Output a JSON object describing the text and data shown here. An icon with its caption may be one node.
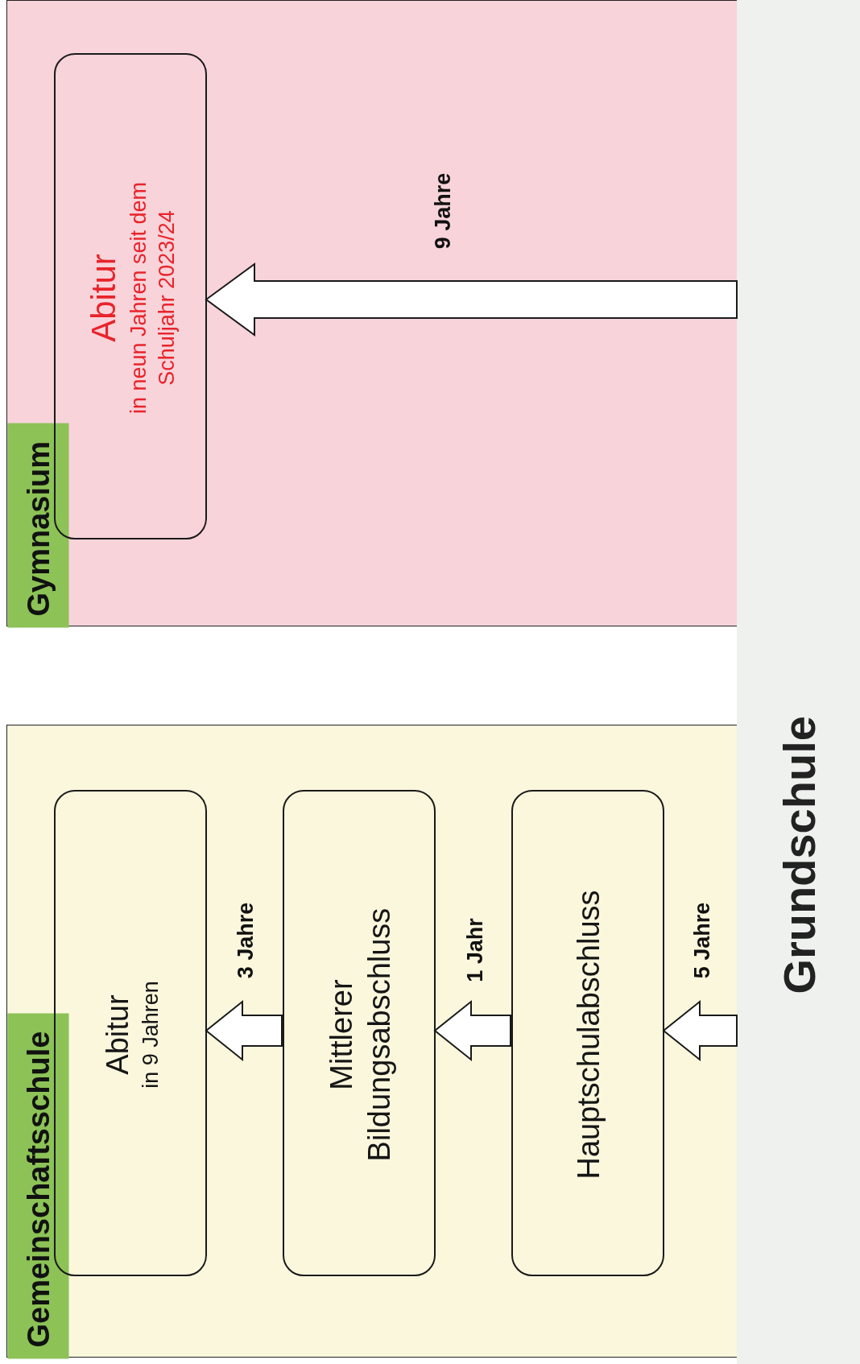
{
  "diagram": {
    "nodes": [
      {
        "text": [
          "Grundschule"
        ]
      },
      {
        "text": [
          "Gymnasium"
        ]
      },
      {
        "text": [
          "Abitur",
          "in neun Jahren seit dem Schuljahr 2023/24"
        ],
        "in": 1
      },
      {
        "text": [
          "Gemeinschaftsschule"
        ]
      },
      {
        "text": [
          "Abitur",
          "in 9 Jahren"
        ],
        "in": 3
      },
      {
        "text": [
          "Mittlerer Bildungsabschluss"
        ],
        "in": 3
      },
      {
        "text": [
          "Hauptschulabschluss"
        ],
        "in": 3
      }
    ],
    "edges": [
      {
        "from": 0,
        "to": 2,
        "arrow": "to",
        "label": "9 Jahre"
      },
      {
        "from": 0,
        "to": 6,
        "arrow": "to",
        "label": "5 Jahre"
      },
      {
        "from": 6,
        "to": 5,
        "arrow": "to",
        "label": "1 Jahr"
      },
      {
        "from": 5,
        "to": 4,
        "arrow": "to",
        "label": "3 Jahre"
      }
    ]
  }
}
